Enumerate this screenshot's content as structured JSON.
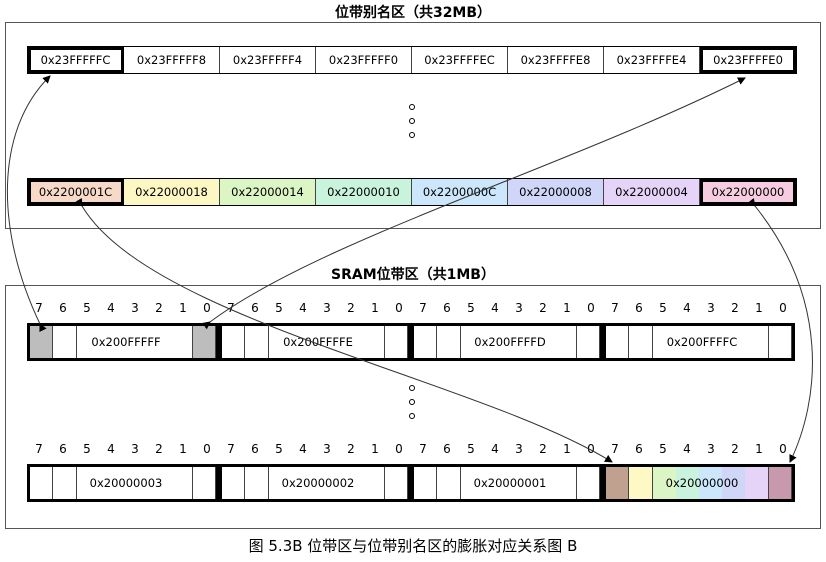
{
  "alias_title": "位带别名区（共32MB）",
  "sram_title": "SRAM位带区（共1MB）",
  "caption": "图 5.3B    位带区与位带别名区的膨胀对应关系图 B",
  "alias_top_row": [
    "0x23FFFFFC",
    "0x23FFFFF8",
    "0x23FFFFF4",
    "0x23FFFFF0",
    "0x23FFFFEC",
    "0x23FFFFE8",
    "0x23FFFFE4",
    "0x23FFFFE0"
  ],
  "alias_bottom_row": [
    "0x2200001C",
    "0x22000018",
    "0x22000014",
    "0x22000010",
    "0x2200000C",
    "0x22000008",
    "0x22000004",
    "0x22000000"
  ],
  "alias_bottom_colors": [
    "#f7d9c8",
    "#fdf7c4",
    "#dcf5c5",
    "#c9f3dc",
    "#cce7fb",
    "#cfd6f7",
    "#e6d3f8",
    "#f6cde0"
  ],
  "sram_top_bytes": [
    "0x200FFFFF",
    "0x200FFFFE",
    "0x200FFFFD",
    "0x200FFFFC"
  ],
  "sram_bottom_bytes": [
    "0x20000003",
    "0x20000002",
    "0x20000001",
    "0x20000000"
  ],
  "bit_numbers": [
    "7",
    "6",
    "5",
    "4",
    "3",
    "2",
    "1",
    "0"
  ],
  "sram_bottom_last_colors": [
    "#c0a08f",
    "#fdf8c4",
    "#dcf5c5",
    "#c9f3dc",
    "#cce7fb",
    "#cfd6f7",
    "#e6d3f8",
    "#c898ad"
  ],
  "highlight_gray": "#bdbdbd"
}
